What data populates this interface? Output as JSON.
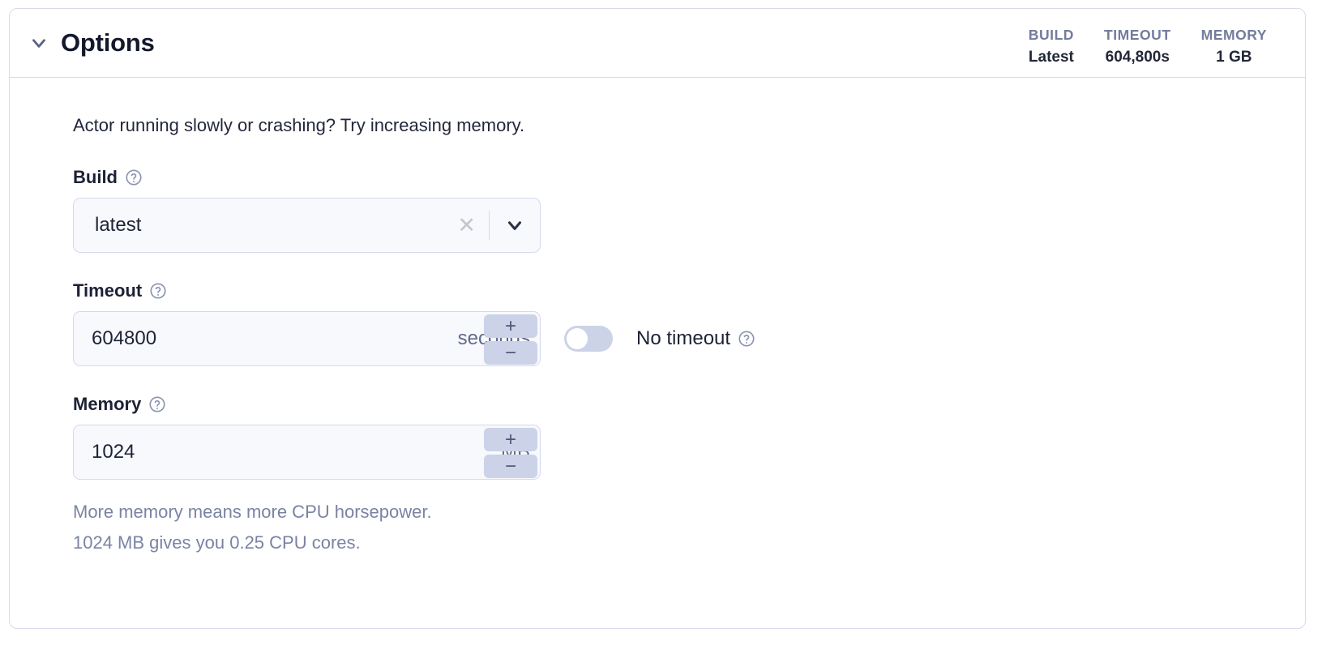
{
  "panel": {
    "title": "Options",
    "collapse_icon": "chevron-down-icon",
    "summary": [
      {
        "label": "BUILD",
        "value": "Latest"
      },
      {
        "label": "TIMEOUT",
        "value": "604,800s"
      },
      {
        "label": "MEMORY",
        "value": "1 GB"
      }
    ],
    "intro": "Actor running slowly or crashing? Try increasing memory."
  },
  "build": {
    "label": "Build",
    "help_icon": "question-circle-icon",
    "value": "latest",
    "clear_icon": "close-icon",
    "dropdown_icon": "chevron-down-icon"
  },
  "timeout": {
    "label": "Timeout",
    "help_icon": "question-circle-icon",
    "value": "604800",
    "unit": "seconds",
    "increment_label": "+",
    "decrement_label": "−",
    "toggle_label": "No timeout",
    "toggle_state": "off",
    "toggle_help_icon": "question-circle-icon"
  },
  "memory": {
    "label": "Memory",
    "help_icon": "question-circle-icon",
    "value": "1024",
    "unit": "MB",
    "increment_label": "+",
    "decrement_label": "−",
    "hint_line1": "More memory means more CPU horsepower.",
    "hint_line2": "1024 MB gives you 0.25 CPU cores."
  },
  "colors": {
    "panel_border": "#d8dbed",
    "field_background": "#f8f9fd",
    "stepper": "#ccd3e8",
    "muted_text": "#7a83a4"
  }
}
